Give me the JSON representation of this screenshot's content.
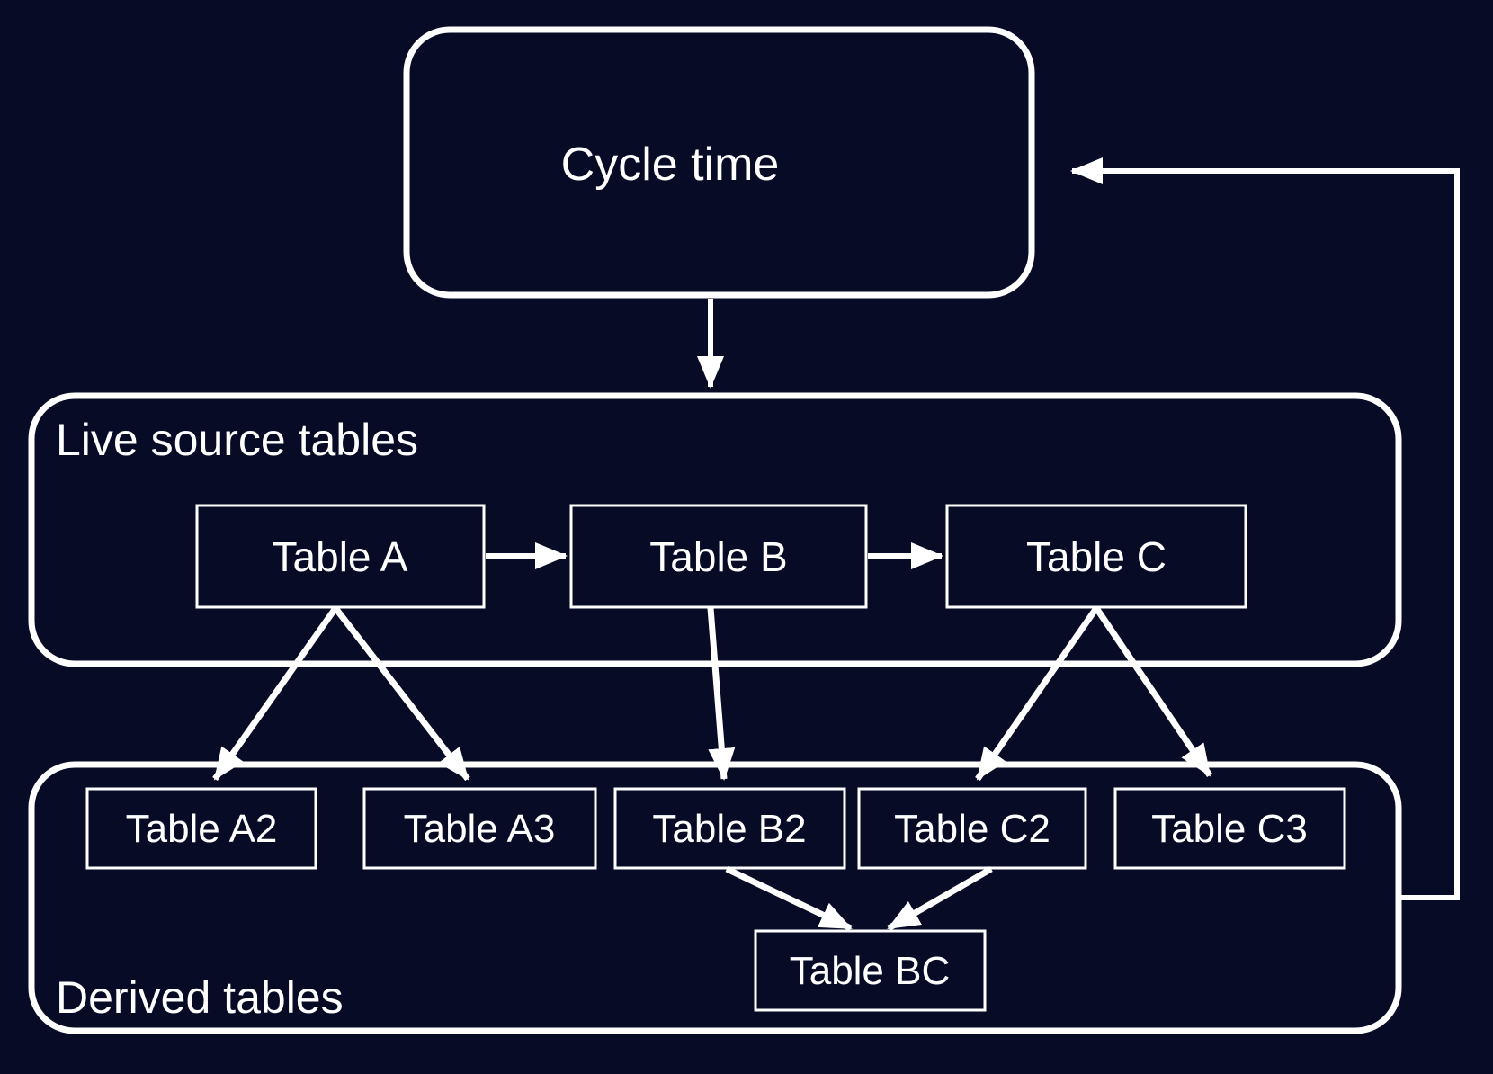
{
  "colors": {
    "background": "#080b26",
    "line": "#ffffff",
    "text": "#ffffff"
  },
  "diagram": {
    "cycle": {
      "label": "Cycle time"
    },
    "groups": {
      "live_source": {
        "label": "Live source tables"
      },
      "derived": {
        "label": "Derived tables"
      }
    },
    "live_tables": {
      "table_a": {
        "label": "Table A"
      },
      "table_b": {
        "label": "Table B"
      },
      "table_c": {
        "label": "Table C"
      }
    },
    "derived_tables": {
      "table_a2": {
        "label": "Table A2"
      },
      "table_a3": {
        "label": "Table A3"
      },
      "table_b2": {
        "label": "Table B2"
      },
      "table_c2": {
        "label": "Table C2"
      },
      "table_c3": {
        "label": "Table C3"
      },
      "table_bc": {
        "label": "Table BC"
      }
    },
    "edges": [
      {
        "from": "Cycle time",
        "to": "Live source tables"
      },
      {
        "from": "Table A",
        "to": "Table B"
      },
      {
        "from": "Table B",
        "to": "Table C"
      },
      {
        "from": "Table A",
        "to": "Table A2"
      },
      {
        "from": "Table A",
        "to": "Table A3"
      },
      {
        "from": "Table B",
        "to": "Table B2"
      },
      {
        "from": "Table C",
        "to": "Table C2"
      },
      {
        "from": "Table C",
        "to": "Table C3"
      },
      {
        "from": "Table B2",
        "to": "Table BC"
      },
      {
        "from": "Table C2",
        "to": "Table BC"
      },
      {
        "from": "Derived tables",
        "to": "Cycle time"
      }
    ]
  }
}
